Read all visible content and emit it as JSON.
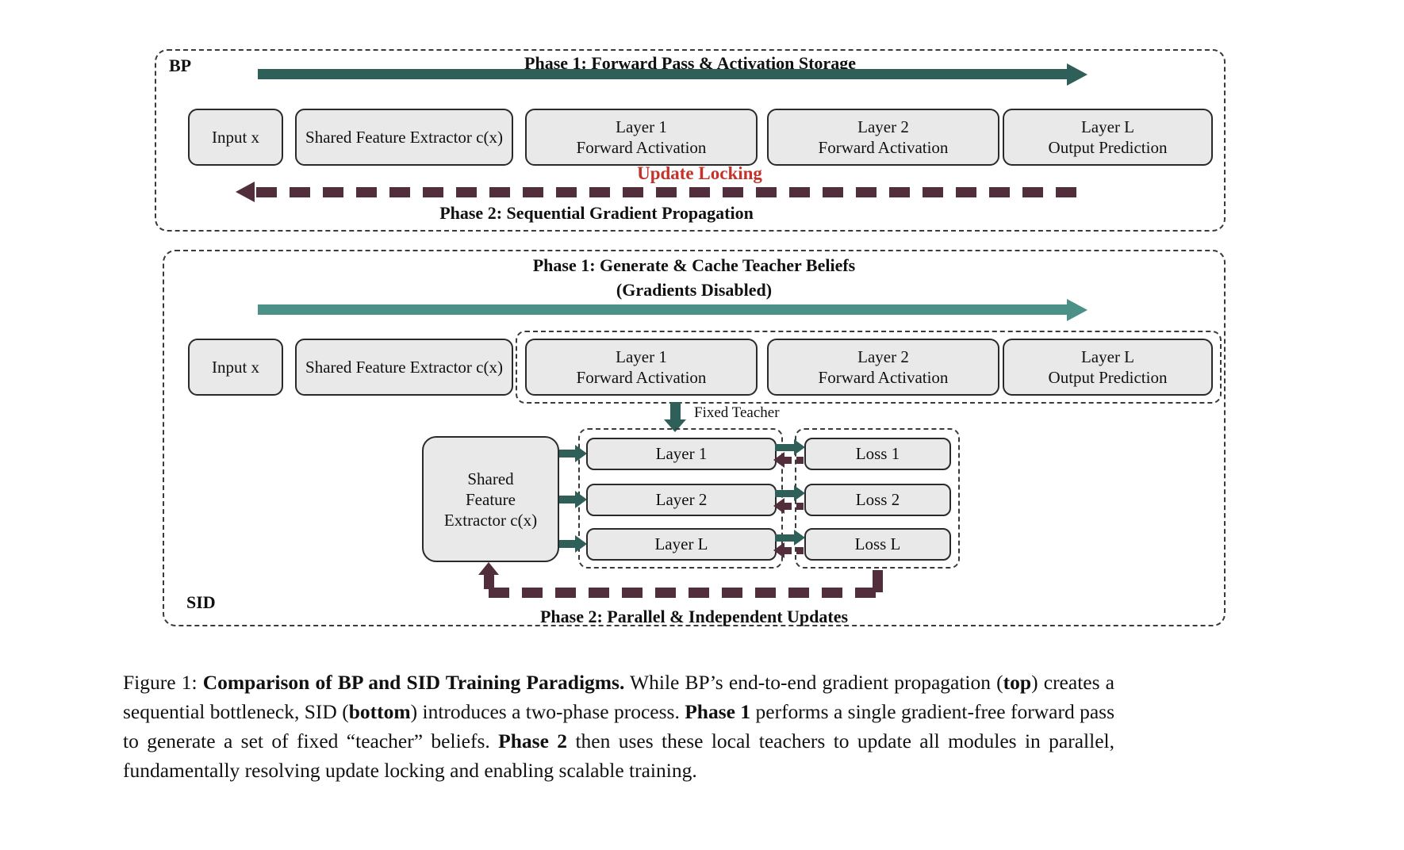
{
  "figure": {
    "colors": {
      "teal_dark": "#2e5f58",
      "teal_light": "#4b9187",
      "maroon": "#522d3c",
      "red": "#c2342a",
      "box_fill": "#e9e9e9"
    },
    "bp": {
      "label": "BP",
      "phase1_title": "Phase 1: Forward Pass & Activation Storage",
      "phase2_title": "Phase 2: Sequential Gradient Propagation",
      "update_locking": "Update Locking",
      "boxes": [
        {
          "line1": "Input x",
          "line2": ""
        },
        {
          "line1": "Shared Feature Extractor c(x)",
          "line2": ""
        },
        {
          "line1": "Layer 1",
          "line2": "Forward Activation"
        },
        {
          "line1": "Layer 2",
          "line2": "Forward Activation"
        },
        {
          "line1": "Layer L",
          "line2": "Output Prediction"
        }
      ]
    },
    "sid": {
      "label": "SID",
      "phase1_title": "Phase 1: Generate & Cache Teacher Beliefs",
      "phase1_subtitle": "(Gradients Disabled)",
      "phase2_title": "Phase 2: Parallel & Independent Updates",
      "fixed_teacher_label": "Fixed Teacher",
      "top_boxes": [
        {
          "line1": "Input x",
          "line2": ""
        },
        {
          "line1": "Shared Feature Extractor c(x)",
          "line2": ""
        },
        {
          "line1": "Layer 1",
          "line2": "Forward Activation"
        },
        {
          "line1": "Layer 2",
          "line2": "Forward Activation"
        },
        {
          "line1": "Layer L",
          "line2": "Output Prediction"
        }
      ],
      "shared_extractor": {
        "line1": "Shared",
        "line2": "Feature",
        "line3": "Extractor c(x)"
      },
      "layer_boxes": [
        "Layer 1",
        "Layer 2",
        "Layer L"
      ],
      "loss_boxes": [
        "Loss 1",
        "Loss 2",
        "Loss L"
      ]
    }
  },
  "caption": {
    "segments": [
      {
        "text": "Figure 1:  ",
        "bold": false
      },
      {
        "text": "Comparison of BP and SID Training Paradigms.",
        "bold": true
      },
      {
        "text": "  While BP’s end-to-end gradient propagation (",
        "bold": false
      },
      {
        "text": "top",
        "bold": true
      },
      {
        "text": ") creates a sequential bottleneck, SID (",
        "bold": false
      },
      {
        "text": "bottom",
        "bold": true
      },
      {
        "text": ") introduces a two-phase process. ",
        "bold": false
      },
      {
        "text": "Phase 1",
        "bold": true
      },
      {
        "text": " performs a single gradient-free forward pass to generate a set of fixed “teacher” beliefs. ",
        "bold": false
      },
      {
        "text": "Phase 2",
        "bold": true
      },
      {
        "text": " then uses these local teachers to update all modules in parallel, fundamentally resolving update locking and enabling scalable training.",
        "bold": false
      }
    ]
  }
}
